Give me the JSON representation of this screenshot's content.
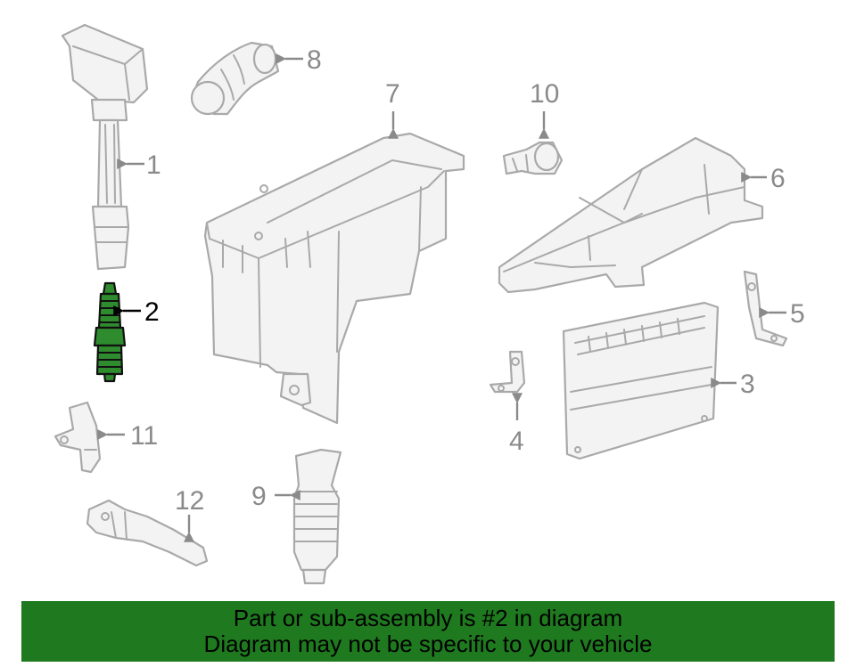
{
  "callouts": [
    {
      "id": "1",
      "label": "1"
    },
    {
      "id": "2",
      "label": "2"
    },
    {
      "id": "3",
      "label": "3"
    },
    {
      "id": "4",
      "label": "4"
    },
    {
      "id": "5",
      "label": "5"
    },
    {
      "id": "6",
      "label": "6"
    },
    {
      "id": "7",
      "label": "7"
    },
    {
      "id": "8",
      "label": "8"
    },
    {
      "id": "9",
      "label": "9"
    },
    {
      "id": "10",
      "label": "10"
    },
    {
      "id": "11",
      "label": "11"
    },
    {
      "id": "12",
      "label": "12"
    }
  ],
  "highlighted_part": "2",
  "colors": {
    "highlight_fill": "#2e8b2e",
    "banner_background": "#1f7a1f",
    "part_stroke": "#a9a9a9",
    "callout_text": "#8a8a8a",
    "active_callout_text": "#000000"
  },
  "banner": {
    "line1": "Part or sub-assembly is #2 in diagram",
    "line2": "Diagram may not be specific to your vehicle"
  }
}
